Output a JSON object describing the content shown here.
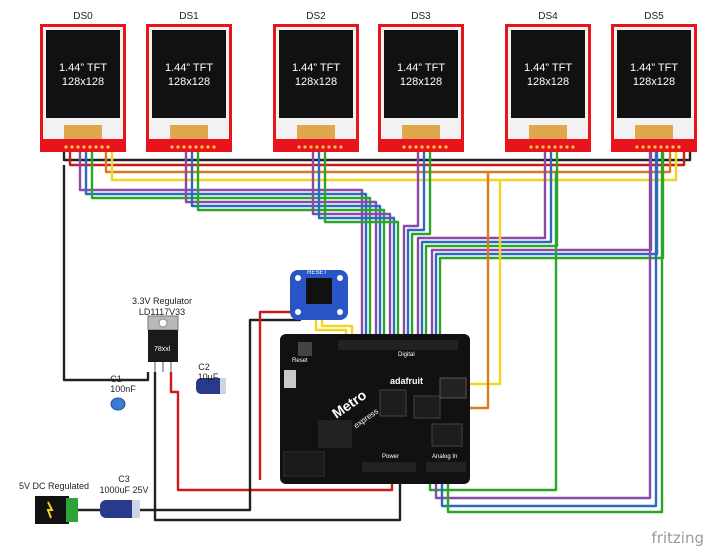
{
  "displays": [
    {
      "name": "DS0",
      "line1": "1.44” TFT",
      "line2": "128x128"
    },
    {
      "name": "DS1",
      "line1": "1.44” TFT",
      "line2": "128x128"
    },
    {
      "name": "DS2",
      "line1": "1.44” TFT",
      "line2": "128x128"
    },
    {
      "name": "DS3",
      "line1": "1.44” TFT",
      "line2": "128x128"
    },
    {
      "name": "DS4",
      "line1": "1.44” TFT",
      "line2": "128x128"
    },
    {
      "name": "DS5",
      "line1": "1.44” TFT",
      "line2": "128x128"
    }
  ],
  "regulator": {
    "title": "3.3V Regulator",
    "part": "LD1117V33",
    "marking": "78xxl"
  },
  "c1": {
    "name": "C1",
    "value": "100nF"
  },
  "c2": {
    "name": "C2",
    "value": "10µF"
  },
  "c3": {
    "name": "C3",
    "value": "1000uF 25V"
  },
  "power_jack": {
    "label": "5V DC Regulated"
  },
  "rtc": {
    "label": "RESET"
  },
  "board": {
    "brand": "adafruit",
    "model": "Metro",
    "sub": "express",
    "reset_label": "Reset",
    "digital_label": "Digital",
    "power_label": "Power",
    "analog_label": "Analog In"
  },
  "watermark": "fritzing",
  "colors": {
    "tft_red": "#e8131b",
    "wire_black": "#222222",
    "wire_red": "#cc1a1a",
    "wire_purple": "#8a4aa8",
    "wire_blue": "#2b6bbd",
    "wire_green": "#2aa52a",
    "wire_yellow": "#f2d51c",
    "wire_orange": "#d97a1f",
    "board": "#111111",
    "rtc_blue": "#2a55c8"
  }
}
